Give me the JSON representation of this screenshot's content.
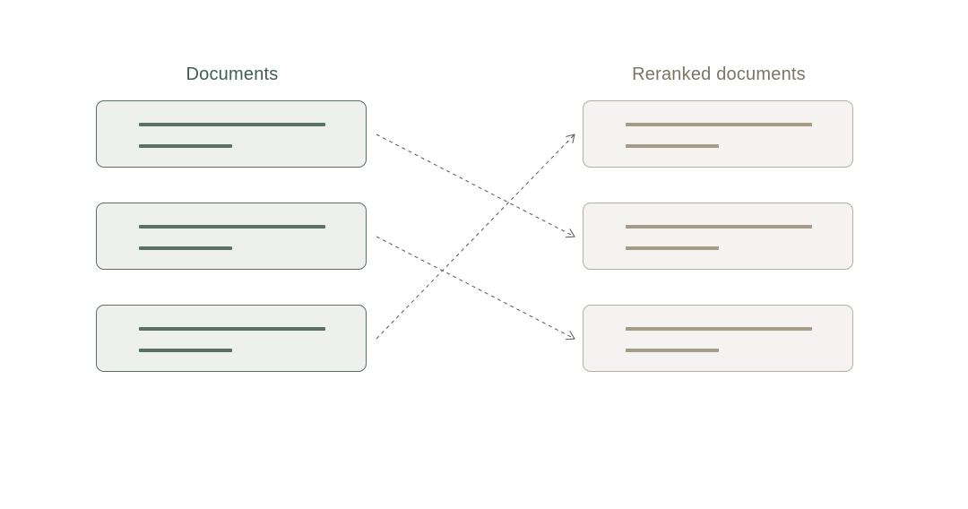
{
  "left_column": {
    "title": "Documents",
    "documents": [
      {
        "id": "doc-1"
      },
      {
        "id": "doc-2"
      },
      {
        "id": "doc-3"
      }
    ]
  },
  "right_column": {
    "title": "Reranked documents",
    "documents": [
      {
        "id": "reranked-1"
      },
      {
        "id": "reranked-2"
      },
      {
        "id": "reranked-3"
      }
    ]
  },
  "mapping": [
    {
      "from": 0,
      "to": 1
    },
    {
      "from": 1,
      "to": 2
    },
    {
      "from": 2,
      "to": 0
    }
  ],
  "colors": {
    "left_border": "#5a6f67",
    "left_fill": "#eef0ee",
    "left_lines": "#5a7068",
    "right_border": "#b7aea1",
    "right_fill": "#f4f3f1",
    "right_lines": "#a49b87",
    "arrow": "#555555"
  }
}
